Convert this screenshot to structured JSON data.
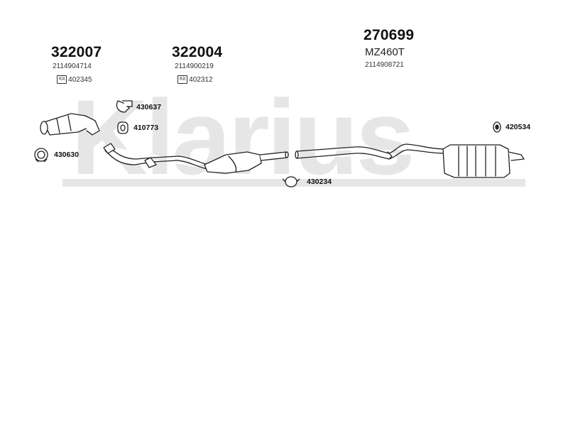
{
  "watermark": {
    "text": "Klarius"
  },
  "parts": [
    {
      "number": "322007",
      "oe_number": "2114904714",
      "kit_badge": "Kit",
      "kit_number": "402345"
    },
    {
      "number": "322004",
      "oe_number": "2114900219",
      "kit_badge": "Kit",
      "kit_number": "402312"
    },
    {
      "number": "270699",
      "model": "MZ460T",
      "oe_number": "2114908721"
    }
  ],
  "fittings": [
    {
      "number": "430637",
      "icon": "clamp-icon"
    },
    {
      "number": "410773",
      "icon": "rubber-mount-icon"
    },
    {
      "number": "430630",
      "icon": "clamp-ring-icon"
    },
    {
      "number": "430234",
      "icon": "clamp-icon"
    },
    {
      "number": "420534",
      "icon": "rubber-mount-icon"
    }
  ],
  "colors": {
    "watermark": "#e6e6e6",
    "line": "#222222"
  }
}
